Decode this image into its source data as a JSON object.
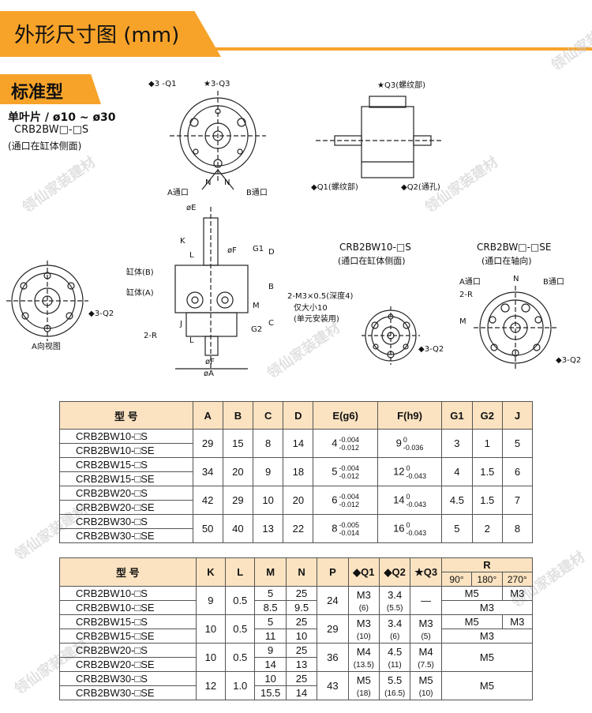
{
  "header": {
    "title": "外形尺寸图 (mm)",
    "subtitle": "标准型"
  },
  "intro": {
    "line1": "单叶片 / ø10 ~ ø30",
    "line2": "CRB2BW□-□S",
    "line3": "(通口在缸体侧面)"
  },
  "labels": {
    "q1": "◆3 -Q1",
    "q3": "★3-Q3",
    "q3b": "★Q3(螺纹部)",
    "a_port": "A通口",
    "b_port": "B通口",
    "q1b": "◆Q1(螺纹部)",
    "q2b": "◆Q2(通孔)",
    "n": "N",
    "n2": "N",
    "oe": "øE",
    "k": "K",
    "l": "L",
    "of": "øF",
    "g1": "G1",
    "d": "D",
    "body_b": "缸体(B)",
    "body_a": "缸体(A)",
    "b": "B",
    "m": "M",
    "c": "C",
    "j": "J",
    "g2": "G2",
    "r2": "2-R",
    "l2": "L",
    "of2": "øF",
    "oa": "øA",
    "q2a": "◆3-Q2",
    "a_view": "A向视图",
    "crb10": "CRB2BW10-□S",
    "crb10_note": "(通口在缸体侧面)",
    "thread": "2-M3×0.5(深度4)",
    "thread2": "仅大小10",
    "thread3": "(单元安装用)",
    "q2c": "◆3-Q2",
    "crbse": "CRB2BW□-□SE",
    "crbse_note": "(通口在轴向)",
    "a_port2": "A通口",
    "n3": "N",
    "b_port2": "B通口",
    "r3": "2-R",
    "m2": "M",
    "q2d": "◆3-Q2"
  },
  "watermark": "领仙家装建材",
  "table1": {
    "headers": [
      "型  号",
      "A",
      "B",
      "C",
      "D",
      "E(g6)",
      "F(h9)",
      "G1",
      "G2",
      "J"
    ],
    "rows": [
      {
        "m1": "CRB2BW10-□S",
        "m2": "CRB2BW10-□SE",
        "A": "29",
        "B": "15",
        "C": "8",
        "D": "14",
        "E": "4",
        "Et": "-0.004",
        "Eb": "-0.012",
        "F": "9",
        "Ft": "0",
        "Fb": "-0.036",
        "G1": "3",
        "G2": "1",
        "J": "5"
      },
      {
        "m1": "CRB2BW15-□S",
        "m2": "CRB2BW15-□SE",
        "A": "34",
        "B": "20",
        "C": "9",
        "D": "18",
        "E": "5",
        "Et": "-0.004",
        "Eb": "-0.012",
        "F": "12",
        "Ft": "0",
        "Fb": "-0.043",
        "G1": "4",
        "G2": "1.5",
        "J": "6"
      },
      {
        "m1": "CRB2BW20-□S",
        "m2": "CRB2BW20-□SE",
        "A": "42",
        "B": "29",
        "C": "10",
        "D": "20",
        "E": "6",
        "Et": "-0.004",
        "Eb": "-0.012",
        "F": "14",
        "Ft": "0",
        "Fb": "-0.043",
        "G1": "4.5",
        "G2": "1.5",
        "J": "7"
      },
      {
        "m1": "CRB2BW30-□S",
        "m2": "CRB2BW30-□SE",
        "A": "50",
        "B": "40",
        "C": "13",
        "D": "22",
        "E": "8",
        "Et": "-0.005",
        "Eb": "-0.014",
        "F": "16",
        "Ft": "0",
        "Fb": "-0.043",
        "G1": "5",
        "G2": "2",
        "J": "8"
      }
    ]
  },
  "table2": {
    "headers": [
      "型  号",
      "K",
      "L",
      "M",
      "N",
      "P",
      "◆Q1",
      "◆Q2",
      "★Q3",
      "R"
    ],
    "r_sub": [
      "90°",
      "180°",
      "270°"
    ],
    "rows": [
      {
        "m1": "CRB2BW10-□S",
        "m2": "CRB2BW10-□SE",
        "K": "9",
        "L": "0.5",
        "M1": "5",
        "M2": "8.5",
        "N1": "25",
        "N2": "9.5",
        "P": "24",
        "Q1": "M3",
        "Q1b": "(6)",
        "Q2": "3.4",
        "Q2b": "(5.5)",
        "Q3": "—",
        "R_s_a": "M5",
        "R_s_b": "M3",
        "R_se": "M3"
      },
      {
        "m1": "CRB2BW15-□S",
        "m2": "CRB2BW15-□SE",
        "K": "10",
        "L": "0.5",
        "M1": "5",
        "M2": "11",
        "N1": "25",
        "N2": "10",
        "P": "29",
        "Q1": "M3",
        "Q1b": "(10)",
        "Q2": "3.4",
        "Q2b": "(6)",
        "Q3": "M3",
        "Q3b": "(5)",
        "R_s_a": "M5",
        "R_s_b": "M3",
        "R_se": "M3"
      },
      {
        "m1": "CRB2BW20-□S",
        "m2": "CRB2BW20-□SE",
        "K": "10",
        "L": "0.5",
        "M1": "9",
        "M2": "14",
        "N1": "25",
        "N2": "13",
        "P": "36",
        "Q1": "M4",
        "Q1b": "(13.5)",
        "Q2": "4.5",
        "Q2b": "(11)",
        "Q3": "M4",
        "Q3b": "(7.5)",
        "R": "M5"
      },
      {
        "m1": "CRB2BW30-□S",
        "m2": "CRB2BW30-□SE",
        "K": "12",
        "L": "1.0",
        "M1": "10",
        "M2": "15.5",
        "N1": "25",
        "N2": "14",
        "P": "43",
        "Q1": "M5",
        "Q1b": "(18)",
        "Q2": "5.5",
        "Q2b": "(16.5)",
        "Q3": "M5",
        "Q3b": "(10)",
        "R": "M5"
      }
    ]
  }
}
